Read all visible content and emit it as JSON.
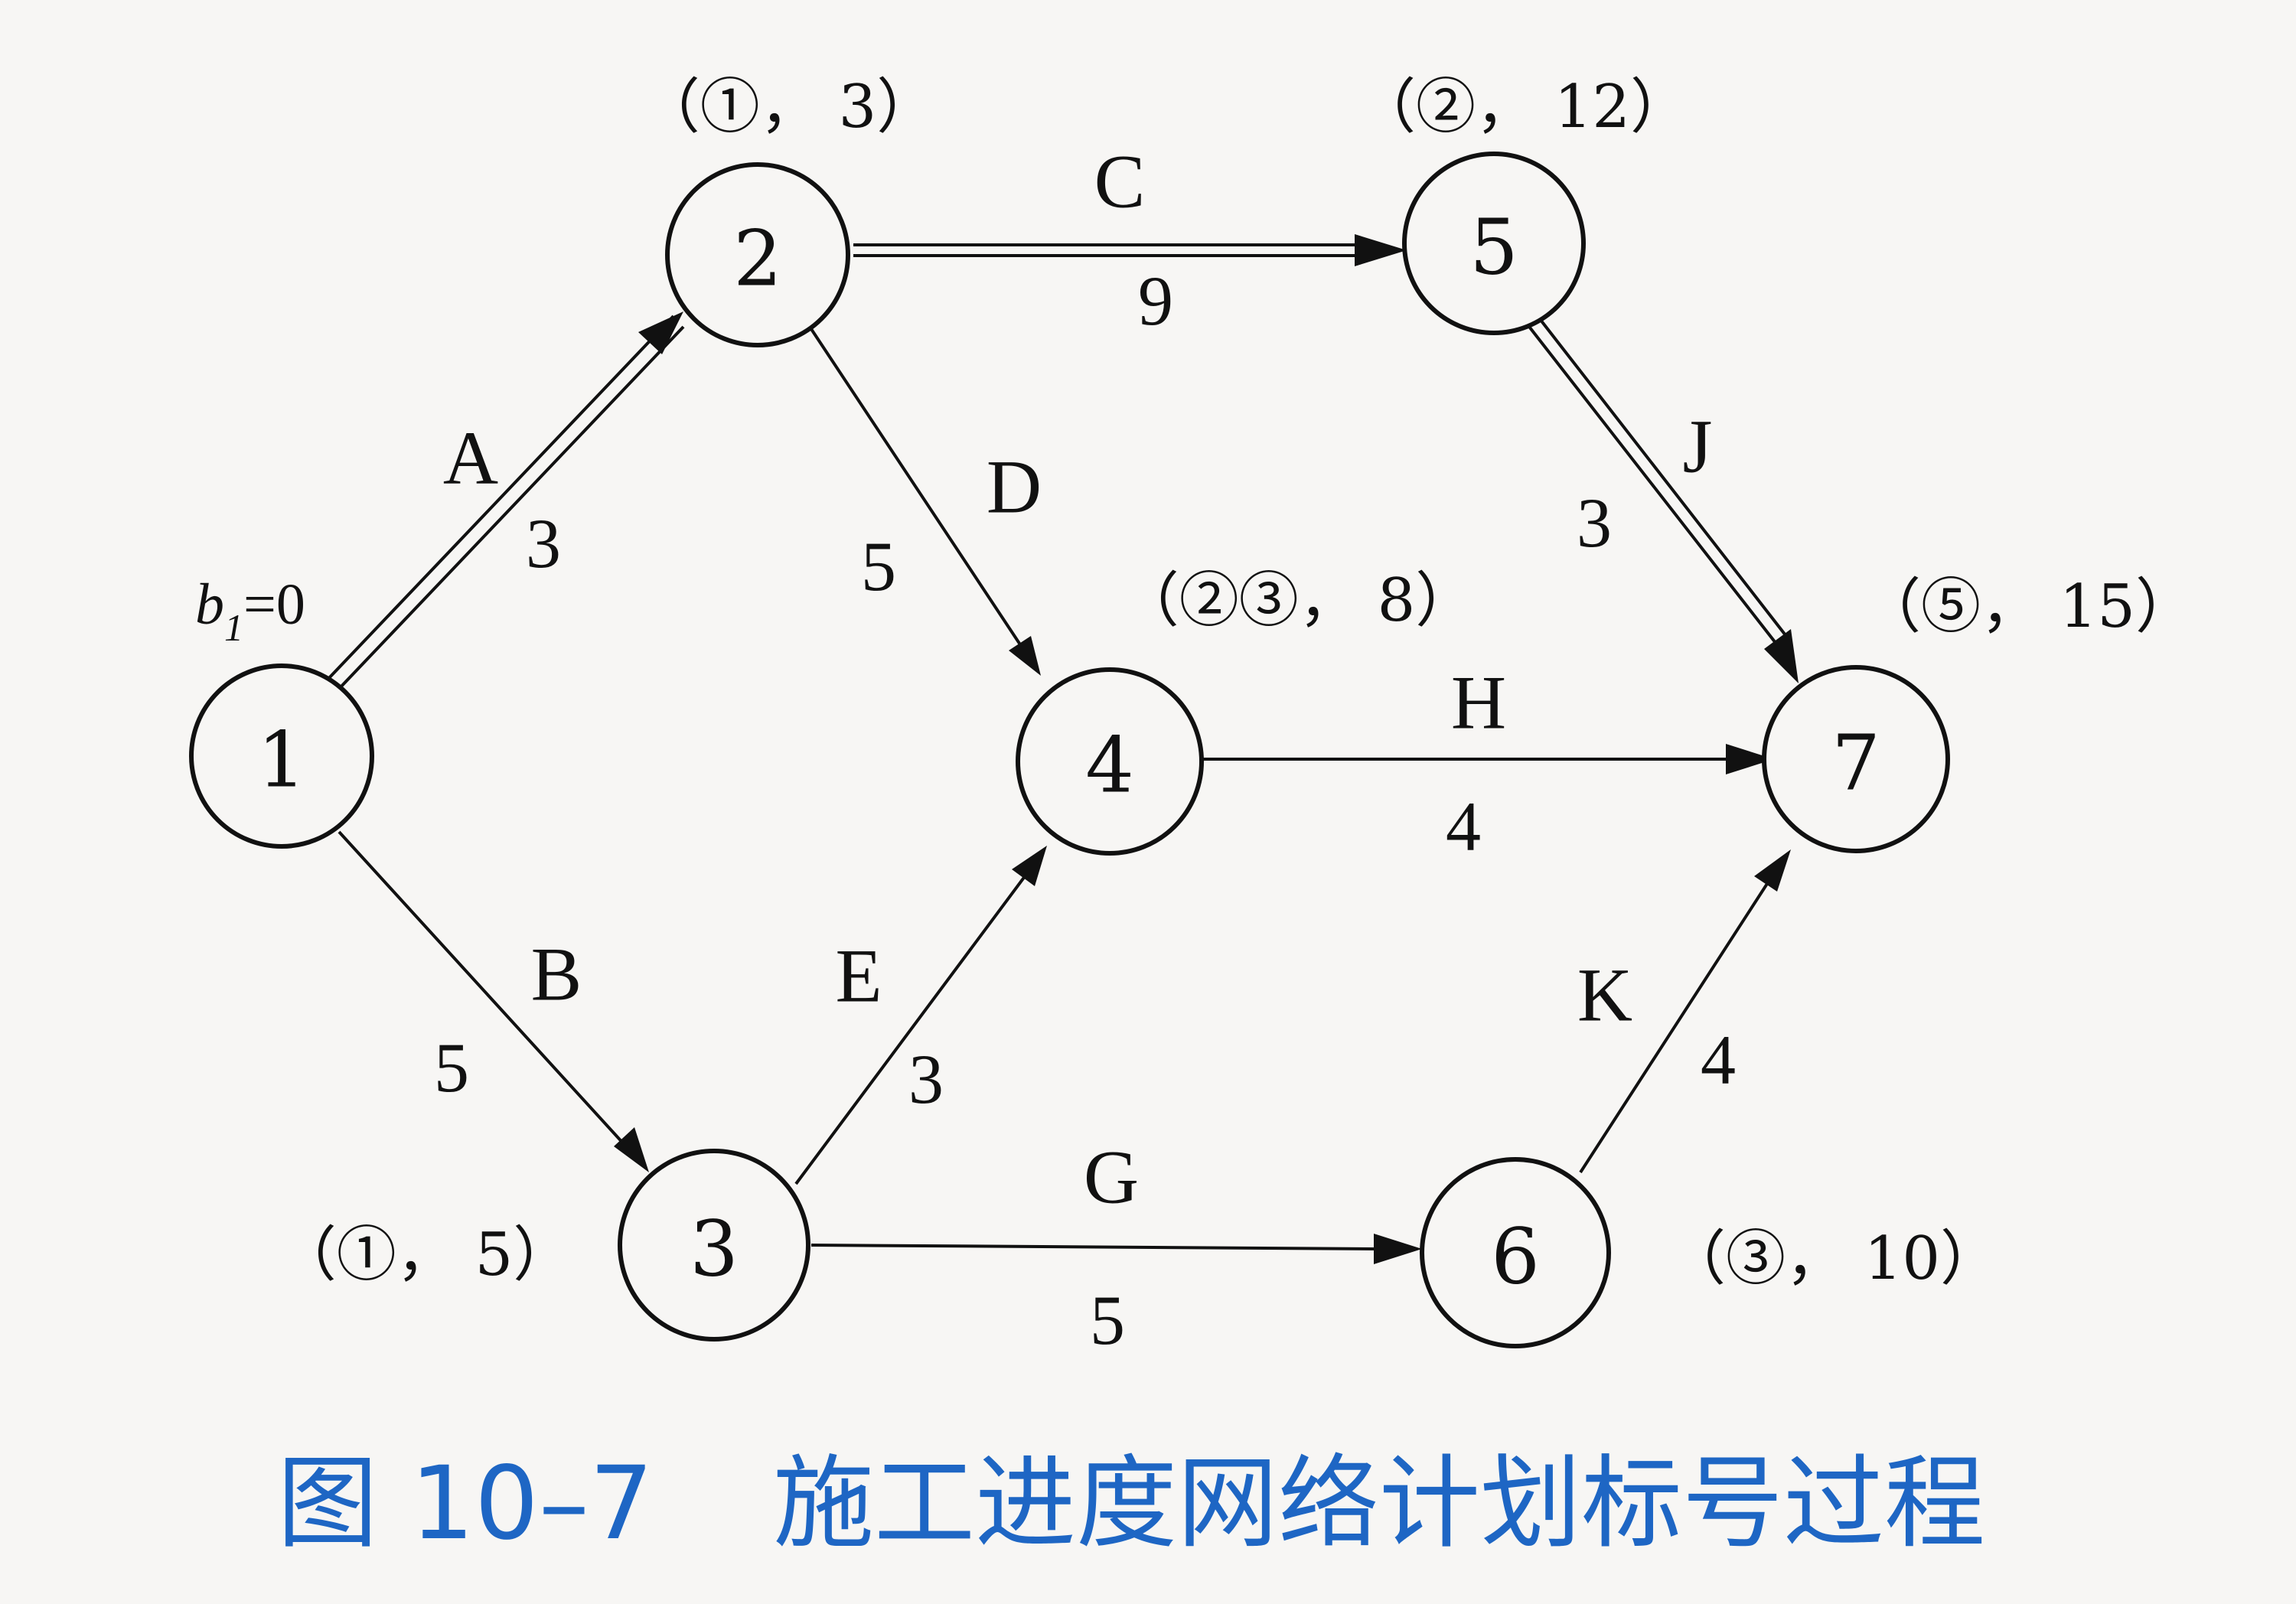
{
  "nodes": [
    {
      "id": "1",
      "label": ""
    },
    {
      "id": "2",
      "label": "（①， 3）"
    },
    {
      "id": "3",
      "label": "（①， 5）"
    },
    {
      "id": "4",
      "label": "（②③， 8）"
    },
    {
      "id": "5",
      "label": "（②， 12）"
    },
    {
      "id": "6",
      "label": "（③， 10）"
    },
    {
      "id": "7",
      "label": "（⑤， 15）"
    }
  ],
  "start_label": {
    "prefix": "b",
    "sub": "1",
    "suffix": "=0"
  },
  "edges": [
    {
      "from": "1",
      "to": "2",
      "name": "A",
      "duration": "3",
      "critical": true
    },
    {
      "from": "1",
      "to": "3",
      "name": "B",
      "duration": "5",
      "critical": false
    },
    {
      "from": "2",
      "to": "5",
      "name": "C",
      "duration": "9",
      "critical": true
    },
    {
      "from": "2",
      "to": "4",
      "name": "D",
      "duration": "5",
      "critical": false
    },
    {
      "from": "3",
      "to": "4",
      "name": "E",
      "duration": "3",
      "critical": false
    },
    {
      "from": "3",
      "to": "6",
      "name": "G",
      "duration": "5",
      "critical": false
    },
    {
      "from": "4",
      "to": "7",
      "name": "H",
      "duration": "4",
      "critical": false
    },
    {
      "from": "5",
      "to": "7",
      "name": "J",
      "duration": "3",
      "critical": true
    },
    {
      "from": "6",
      "to": "7",
      "name": "K",
      "duration": "4",
      "critical": false
    }
  ],
  "caption": {
    "figure": "图 10–7",
    "title": "施工进度网络计划标号过程"
  },
  "colors": {
    "caption": "#1e66c4",
    "ink": "#111111",
    "paper": "#f7f6f4"
  }
}
